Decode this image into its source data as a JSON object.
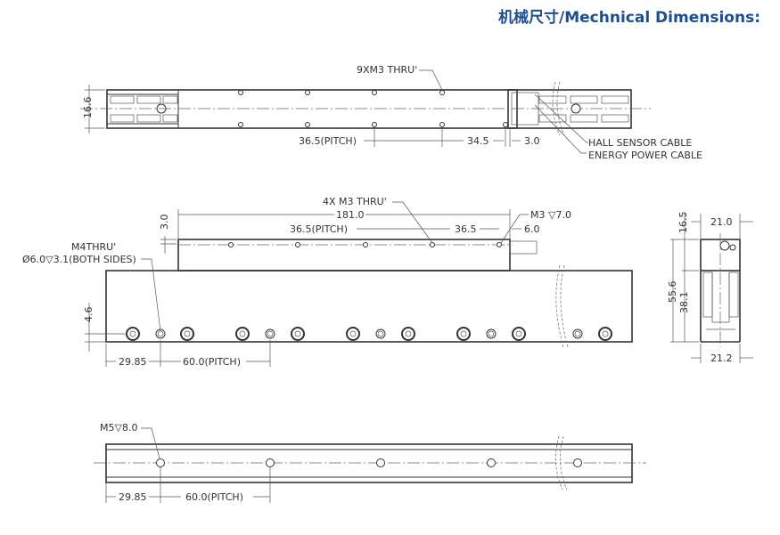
{
  "header": {
    "title": "机械尺寸/Mechnical Dimensions:"
  },
  "top_view": {
    "callout_holes": "9XM3 THRU'",
    "height_dim": "16.6",
    "pitch_dim": "36.5(PITCH)",
    "end_dim": "34.5",
    "gap_dim": "3.0",
    "cable_1": "HALL SENSOR CABLE",
    "cable_2": "ENERGY POWER CABLE"
  },
  "front_view": {
    "callout_holes": "4X M3 THRU'",
    "length_dim": "181.0",
    "pitch_dim": "36.5(PITCH)",
    "pitch_dim_2": "36.5",
    "end_dim": "6.0",
    "callout_tapped": "M3 ▽7.0",
    "thickness_dim": "3.0",
    "base_callout_1": "M4THRU'",
    "base_callout_2": "Ø6.0▽3.1(BOTH SIDES)",
    "base_height_dim": "4.6",
    "base_offset_dim": "29.85",
    "base_pitch_dim": "60.0(PITCH)"
  },
  "side_view": {
    "width_top": "21.0",
    "width_bottom": "21.2",
    "height_top": "16.5",
    "height_total": "55.6",
    "height_base": "38.1"
  },
  "bottom_view": {
    "callout_holes": "M5▽8.0",
    "offset_dim": "29.85",
    "pitch_dim": "60.0(PITCH)"
  }
}
